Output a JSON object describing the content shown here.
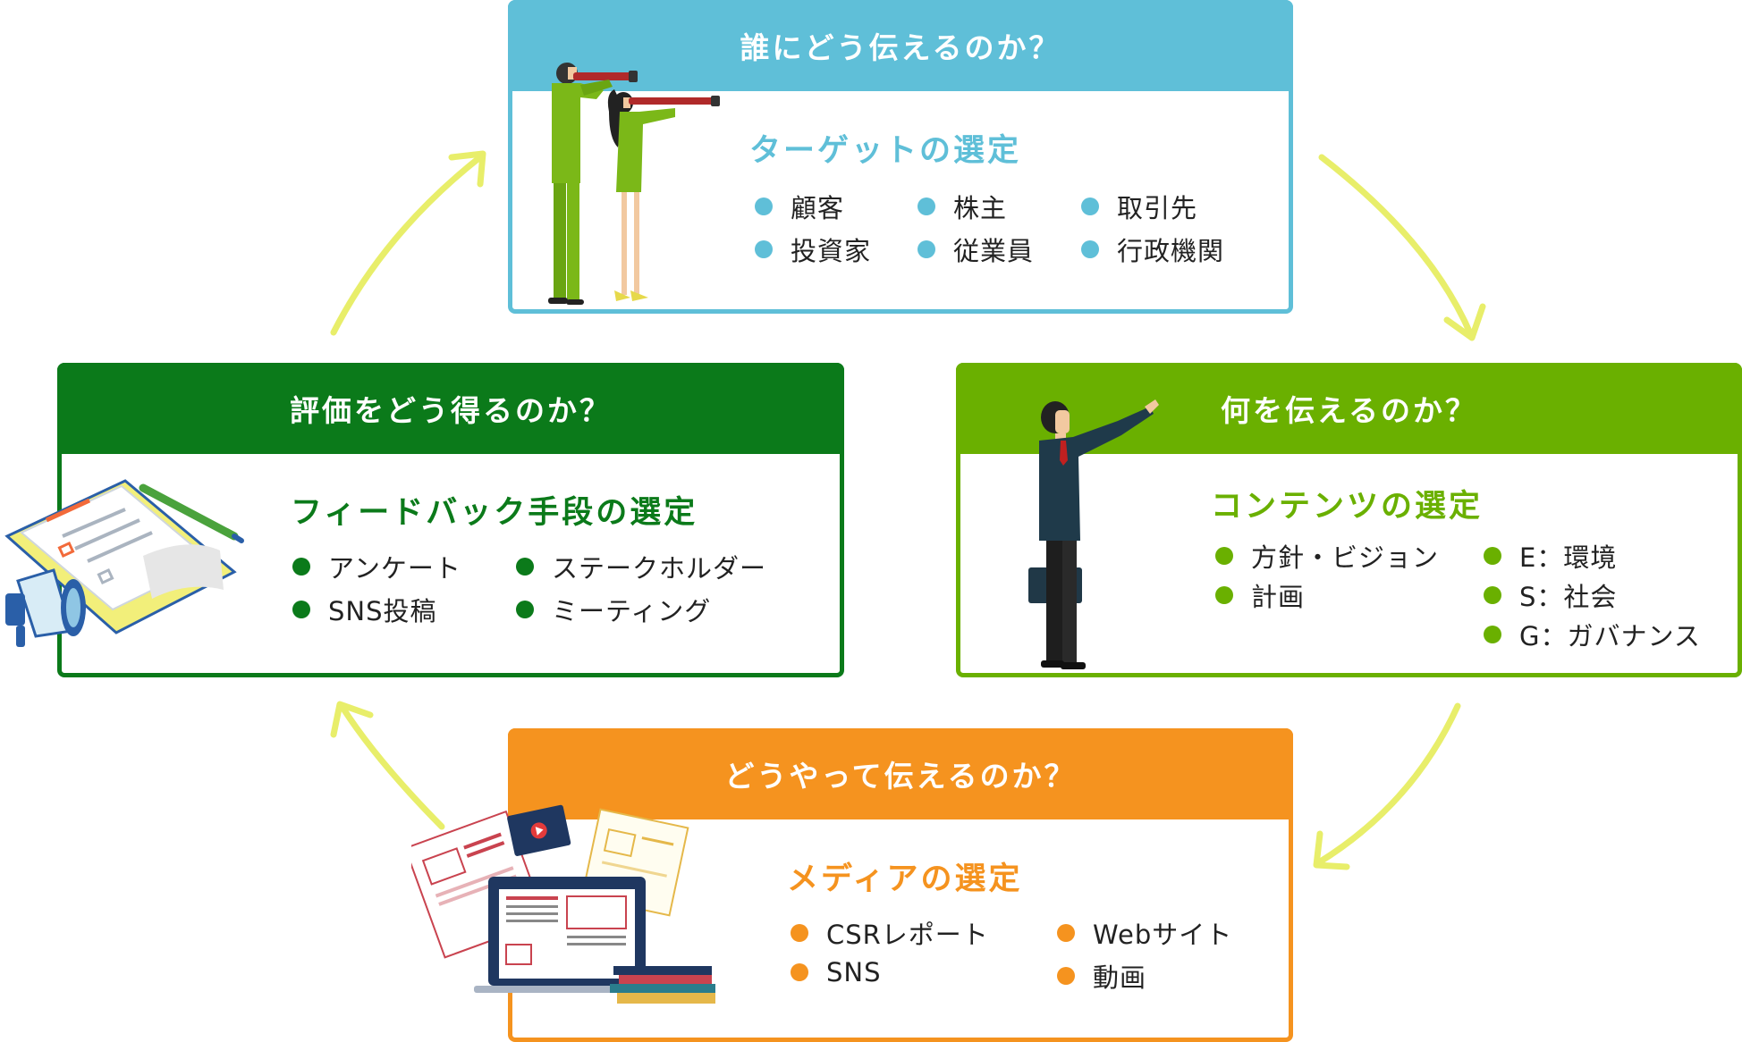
{
  "colors": {
    "target": "#5fbfd8",
    "contents": "#6ab000",
    "media": "#f5931f",
    "feedback": "#0b7a1a",
    "arrow": "#e8ee6a"
  },
  "cards": {
    "target": {
      "header": "誰にどう伝えるのか？",
      "subtitle": "ターゲットの選定",
      "items": [
        "顧客",
        "株主",
        "取引先",
        "投資家",
        "従業員",
        "行政機関"
      ]
    },
    "contents": {
      "header": "何を伝えるのか？",
      "subtitle": "コンテンツの選定",
      "items": [
        "方針・ビジョン",
        "計画",
        "E：環境",
        "S：社会",
        "G：ガバナンス"
      ]
    },
    "media": {
      "header": "どうやって伝えるのか？",
      "subtitle": "メディアの選定",
      "items": [
        "CSRレポート",
        "SNS",
        "Webサイト",
        "動画"
      ]
    },
    "feedback": {
      "header": "評価をどう得るのか？",
      "subtitle": "フィードバック手段の選定",
      "items": [
        "アンケート",
        "SNS投稿",
        "ステークホルダー",
        "ミーティング"
      ]
    }
  },
  "icons": [
    "binoculars-people-illustration",
    "pointing-businessman-illustration",
    "media-documents-illustration",
    "clipboard-megaphone-illustration",
    "cycle-arrow-icon"
  ]
}
